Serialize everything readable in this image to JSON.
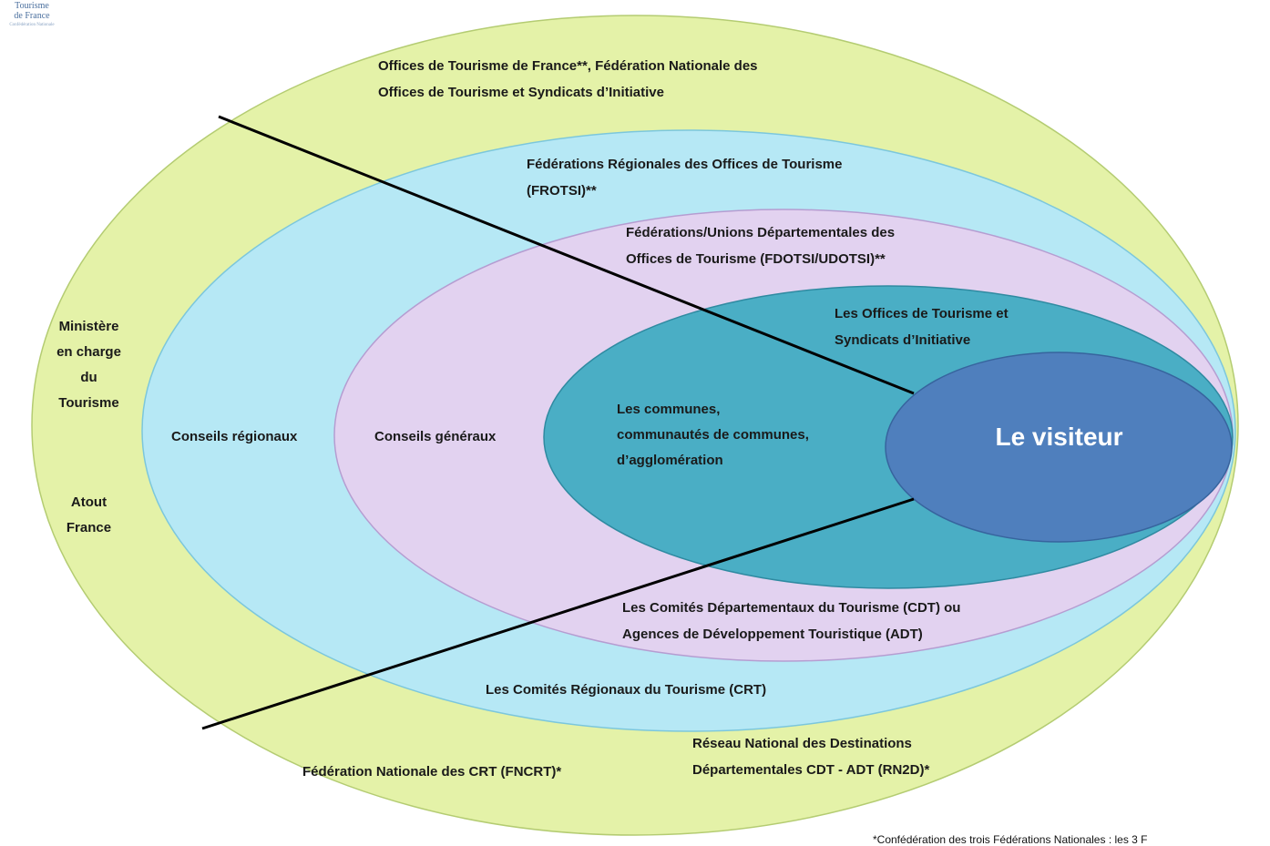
{
  "logo": {
    "line1": "Tourisme",
    "line2": "de France",
    "line3": "Confédération Nationale"
  },
  "rings": {
    "national": {
      "top_lines": [
        "Offices de Tourisme de France**, Fédération Nationale des",
        "Offices de Tourisme et Syndicats d’Initiative"
      ],
      "left_lines_1": [
        "Ministère",
        "en charge",
        "du",
        "Tourisme"
      ],
      "left_lines_2": [
        "Atout",
        "France"
      ],
      "bottom_left": "Fédération Nationale des CRT (FNCRT)*",
      "bottom_right_lines": [
        "Réseau National des Destinations",
        "Départementales CDT - ADT (RN2D)*"
      ],
      "color": "#e4f2a8"
    },
    "regional": {
      "top_lines": [
        "Fédérations Régionales des Offices de Tourisme",
        "(FROTSI)**"
      ],
      "left": "Conseils régionaux",
      "bottom": "Les Comités Régionaux du Tourisme (CRT)",
      "color": "#b6e8f5"
    },
    "departemental": {
      "top_lines": [
        "Fédérations/Unions Départementales des",
        "Offices de Tourisme (FDOTSI/UDOTSI)**"
      ],
      "left": "Conseils généraux",
      "bottom_lines": [
        "Les Comités Départementaux du Tourisme (CDT) ou",
        "Agences de Développement Touristique (ADT)"
      ],
      "color": "#e2d2f0"
    },
    "local": {
      "top_lines": [
        "Les Offices de Tourisme et",
        "Syndicats d’Initiative"
      ],
      "left_lines": [
        "Les communes,",
        "communautés de communes,",
        "d’agglomération"
      ],
      "color": "#4aaec5"
    },
    "visitor": {
      "label": "Le visiteur",
      "color": "#4f7fbd"
    }
  },
  "footnote": "*Confédération des trois Fédérations Nationales : les 3 F"
}
